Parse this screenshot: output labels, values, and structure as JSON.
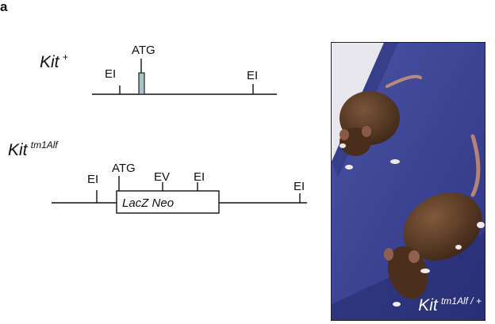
{
  "panel_label": "a",
  "wildtype": {
    "allele_name": "Kit",
    "allele_sup": "+",
    "sites": {
      "ei_left": "EI",
      "atg": "ATG",
      "ei_right": "EI"
    }
  },
  "targeted": {
    "allele_name": "Kit",
    "allele_sup": "tm1Alf",
    "sites": {
      "ei_left": "EI",
      "atg": "ATG",
      "ev": "EV",
      "ei_mid": "EI",
      "ei_right": "EI"
    },
    "insert_label": "LacZ Neo"
  },
  "photo": {
    "caption_name": "Kit",
    "caption_sup": "tm1Alf / +"
  },
  "colors": {
    "exon_fill": "#a9c4c6",
    "backdrop_blue": "#3e4592",
    "mouse_brown": "#5a3b26"
  }
}
